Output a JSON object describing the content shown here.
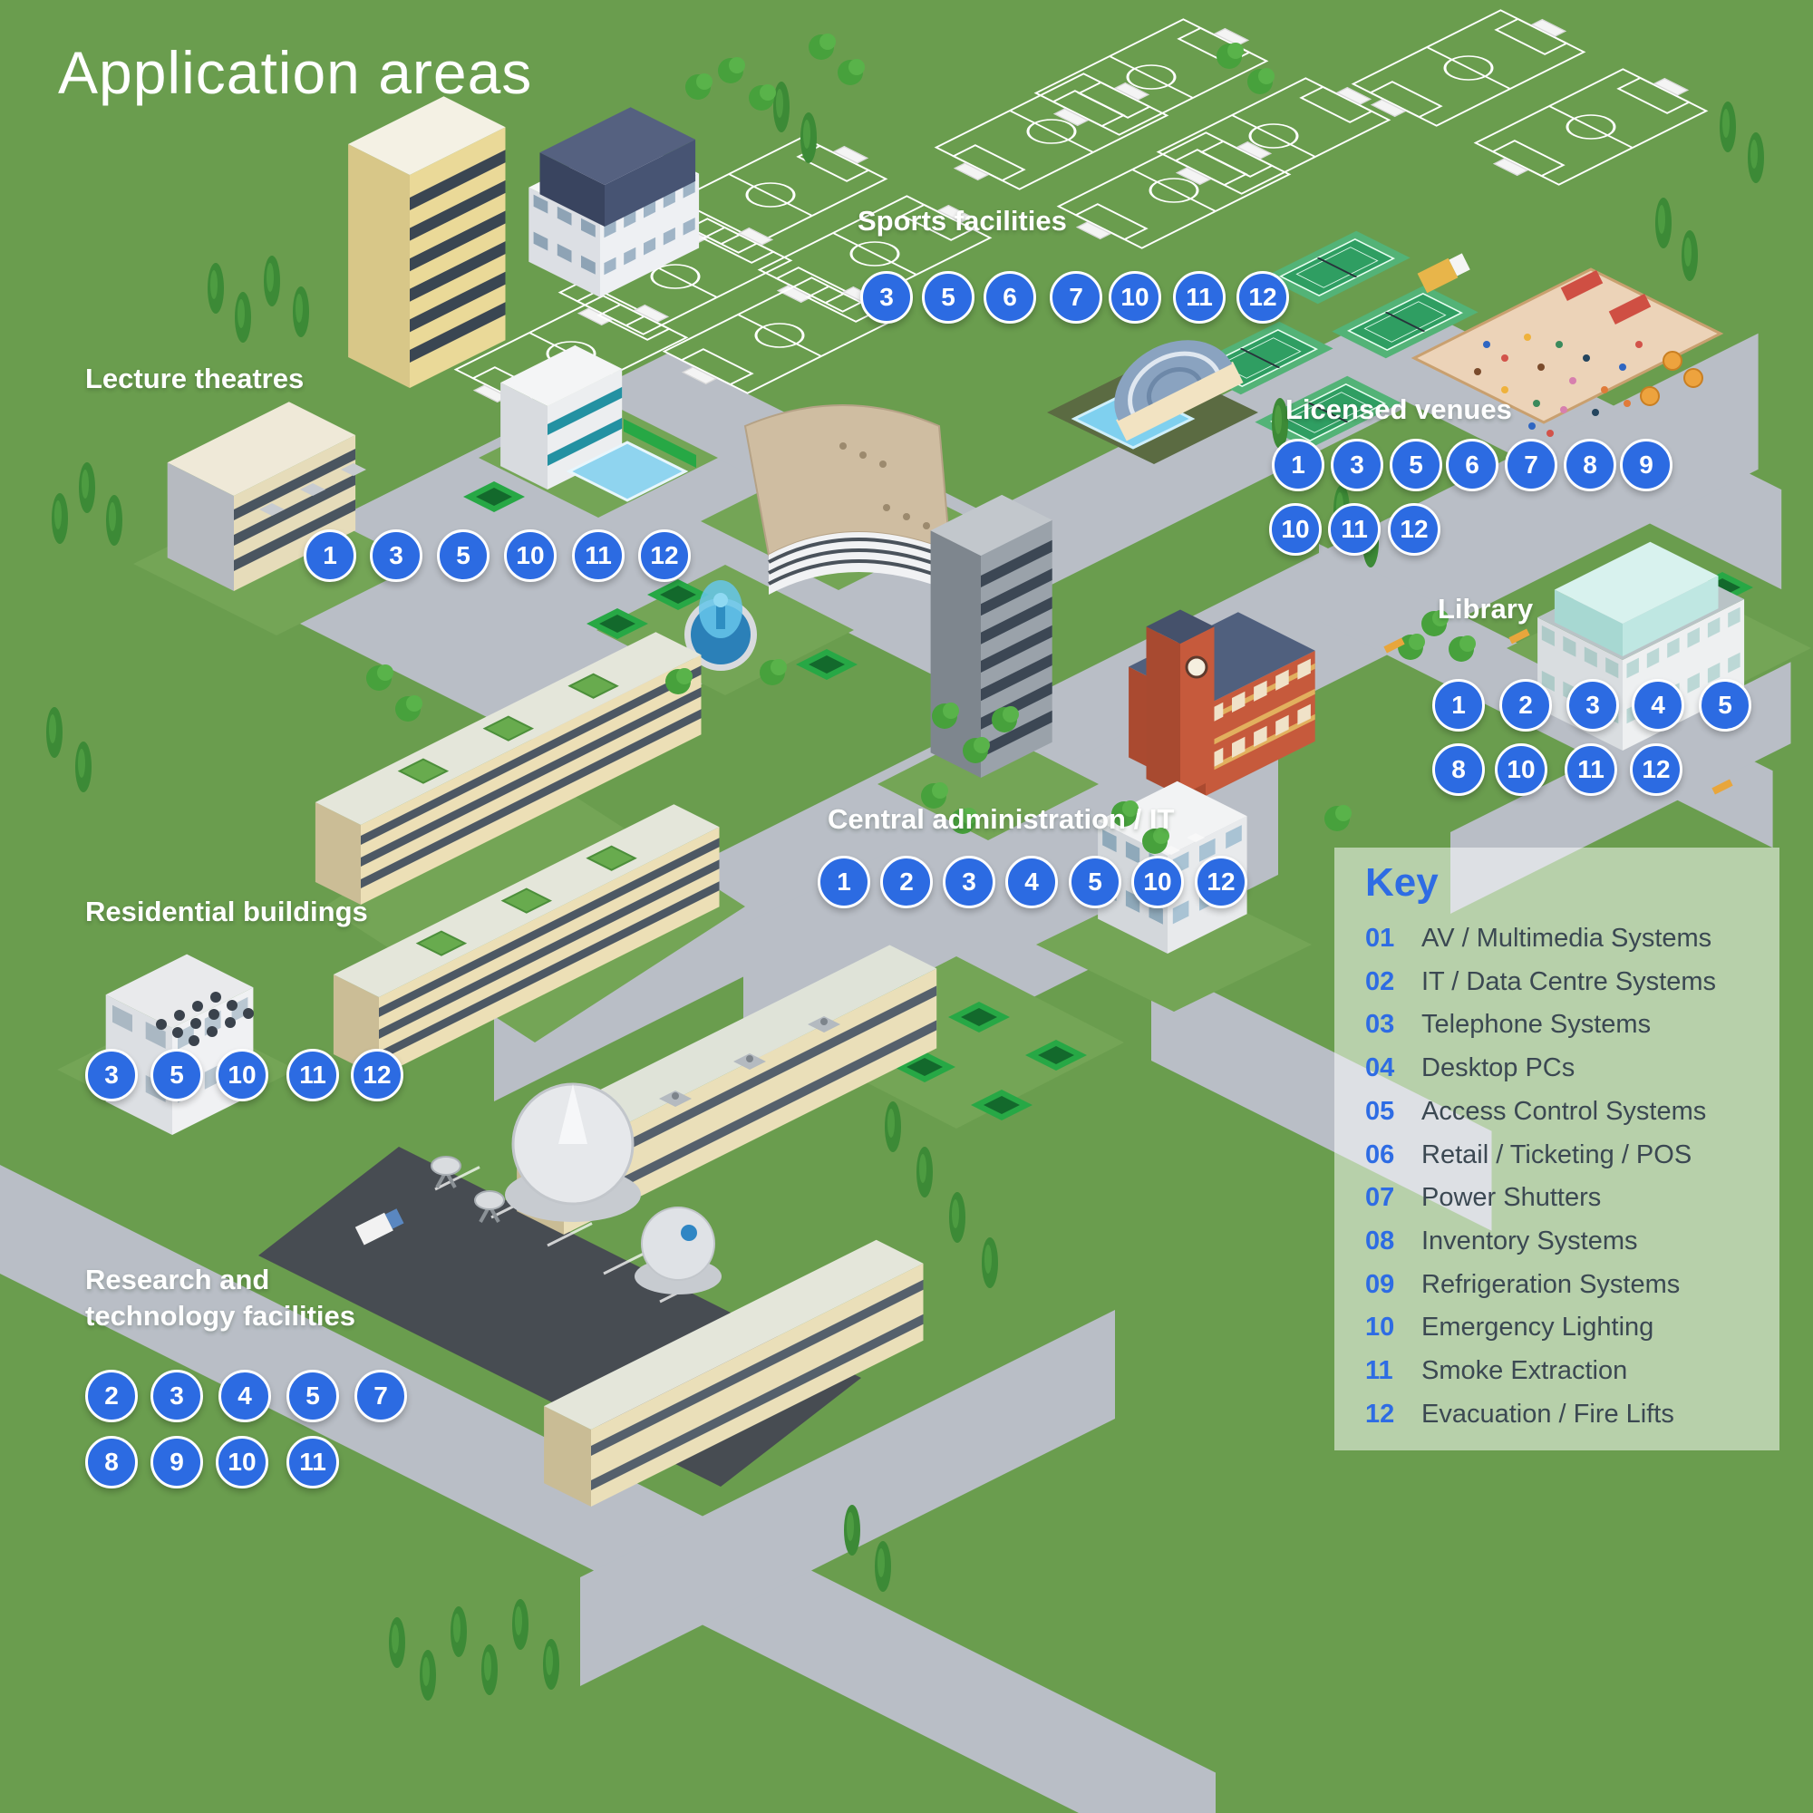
{
  "title": "Application areas",
  "areas": [
    {
      "id": "lecture-theatres",
      "label": "Lecture theatres",
      "numbers": [
        [
          1,
          3,
          5,
          10,
          11,
          12
        ]
      ]
    },
    {
      "id": "sports-facilities",
      "label": "Sports facilities",
      "numbers": [
        [
          3,
          5,
          6,
          7,
          10,
          11,
          12
        ]
      ]
    },
    {
      "id": "licensed-venues",
      "label": "Licensed venues",
      "numbers": [
        [
          1,
          3,
          5,
          6,
          7,
          8,
          9
        ],
        [
          10,
          11,
          12
        ]
      ]
    },
    {
      "id": "library",
      "label": "Library",
      "numbers": [
        [
          1,
          2,
          3,
          4,
          5
        ],
        [
          8,
          10,
          11,
          12
        ]
      ]
    },
    {
      "id": "central-administration-it",
      "label": "Central administration / IT",
      "numbers": [
        [
          1,
          2,
          3,
          4,
          5,
          10,
          12
        ]
      ]
    },
    {
      "id": "residential-buildings",
      "label": "Residential buildings",
      "numbers": [
        [
          3,
          5,
          10,
          11,
          12
        ]
      ]
    },
    {
      "id": "research-technology-facilities",
      "label": "Research and technology facilities",
      "label_lines": [
        "Research and",
        "technology facilities"
      ],
      "numbers": [
        [
          2,
          3,
          4,
          5,
          7
        ],
        [
          8,
          9,
          10,
          11
        ]
      ]
    }
  ],
  "key": {
    "heading": "Key",
    "items": [
      {
        "num": "01",
        "label": "AV / Multimedia Systems"
      },
      {
        "num": "02",
        "label": "IT / Data Centre Systems"
      },
      {
        "num": "03",
        "label": "Telephone Systems"
      },
      {
        "num": "04",
        "label": "Desktop PCs"
      },
      {
        "num": "05",
        "label": "Access Control Systems"
      },
      {
        "num": "06",
        "label": "Retail / Ticketing / POS"
      },
      {
        "num": "07",
        "label": "Power Shutters"
      },
      {
        "num": "08",
        "label": "Inventory Systems"
      },
      {
        "num": "09",
        "label": "Refrigeration Systems"
      },
      {
        "num": "10",
        "label": "Emergency Lighting"
      },
      {
        "num": "11",
        "label": "Smoke Extraction"
      },
      {
        "num": "12",
        "label": "Evacuation / Fire Lifts"
      }
    ]
  },
  "colors": {
    "background_green": "#6a9d4e",
    "road_gray": "#b9bec6",
    "badge_blue": "#2c6be2",
    "badge_border": "#ffffff",
    "badge_text": "#ffffff",
    "label_text": "#ffffff",
    "key_panel_bg": "rgba(255,255,255,0.52)",
    "key_heading": "#2e6ce4",
    "key_number": "#2e6ce4",
    "key_text": "#3b4852",
    "pitch_line": "#ffffff",
    "tennis_green": "#2f9e62",
    "water_blue": "#7fd0ef",
    "parking_gray": "#474c52"
  }
}
